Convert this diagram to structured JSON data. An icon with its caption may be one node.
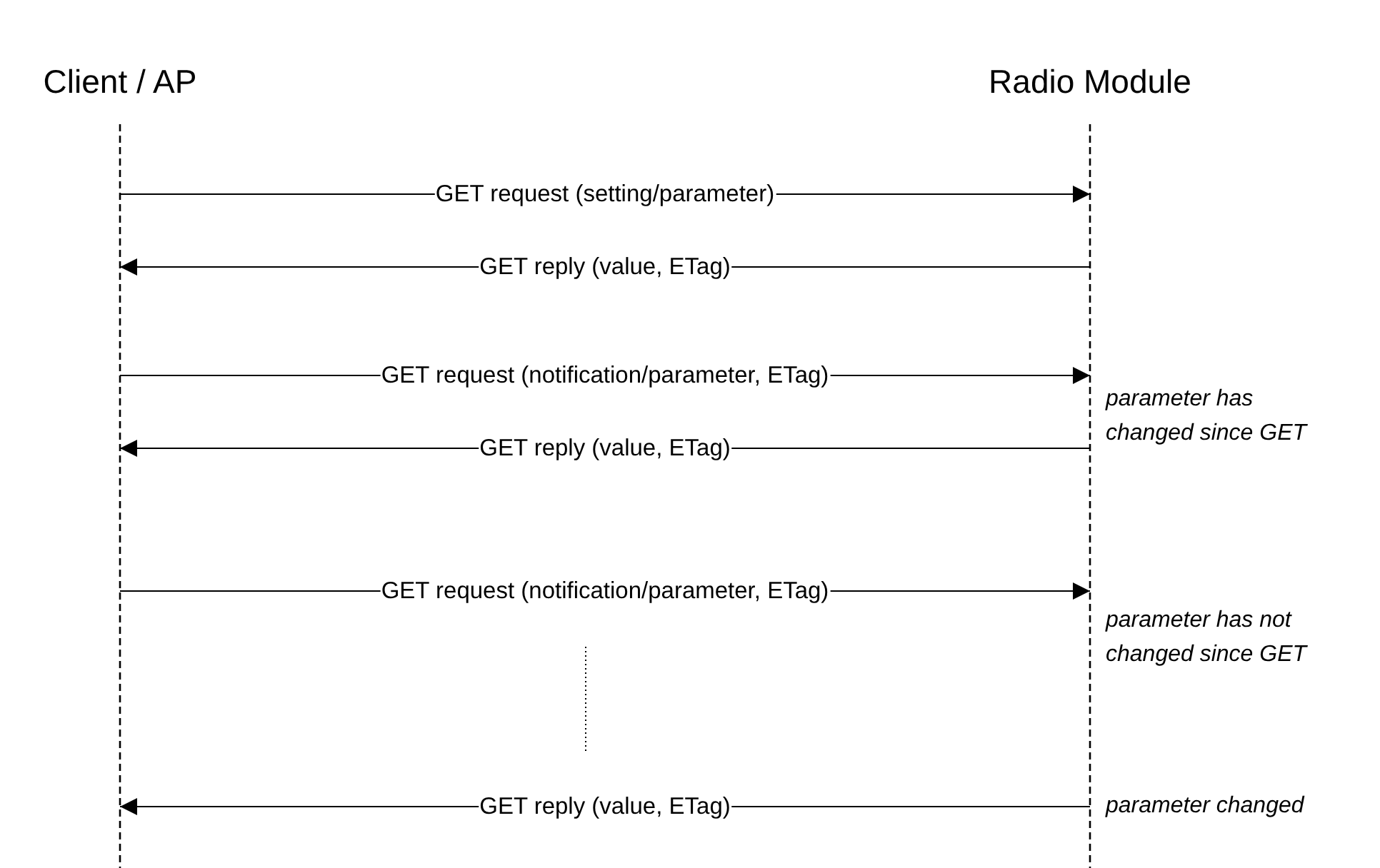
{
  "diagram": {
    "nodes": [
      {
        "text": [
          "Client / AP"
        ]
      },
      {
        "text": [
          "Radio Module"
        ]
      }
    ],
    "edges": [
      {
        "from": 0,
        "to": 1,
        "arrow": "to",
        "label": "GET request (setting/parameter)"
      },
      {
        "from": 1,
        "to": 0,
        "arrow": "to",
        "label": "GET reply (value, ETag)"
      },
      {
        "from": 0,
        "to": 1,
        "arrow": "to",
        "label": "GET request (notification/parameter, ETag)"
      },
      {
        "from": 1,
        "to": 0,
        "arrow": "to",
        "label": "GET reply (value, ETag)"
      },
      {
        "from": 0,
        "to": 1,
        "arrow": "to",
        "label": "GET request (notification/parameter, ETag)"
      },
      {
        "from": 1,
        "to": 0,
        "arrow": "to",
        "label": "GET reply (value, ETag)"
      }
    ],
    "labels": [
      "parameter has changed since GET",
      "parameter has not changed since GET",
      "parameter changed"
    ]
  }
}
